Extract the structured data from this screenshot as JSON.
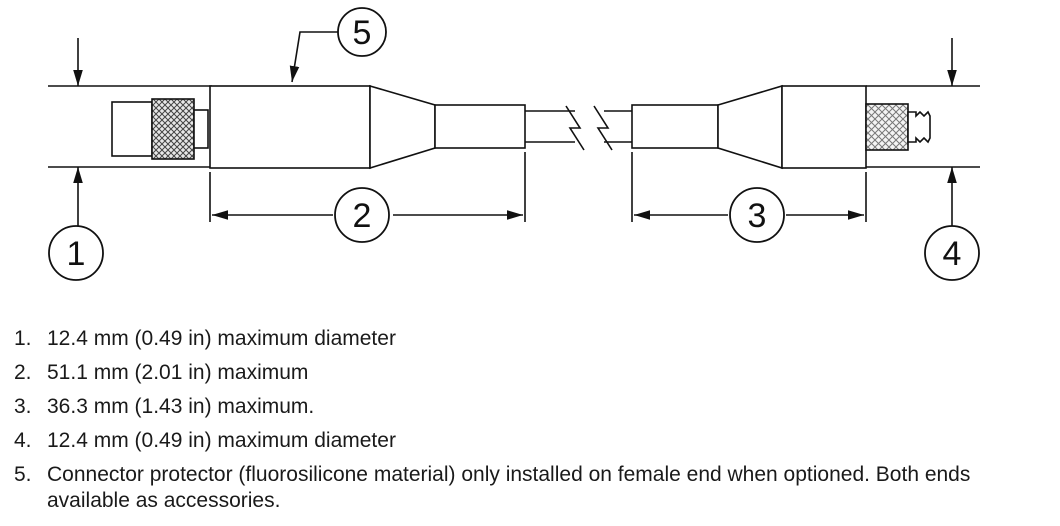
{
  "callouts": [
    "5",
    "2",
    "3",
    "1",
    "4"
  ],
  "legend": [
    {
      "num": "1.",
      "text": "12.4 mm (0.49 in) maximum diameter"
    },
    {
      "num": "2.",
      "text": "51.1 mm (2.01 in) maximum"
    },
    {
      "num": "3.",
      "text": "36.3 mm (1.43 in) maximum."
    },
    {
      "num": "4.",
      "text": "12.4 mm (0.49 in) maximum diameter"
    },
    {
      "num": "5.",
      "text": "Connector protector (fluorosilicone material) only installed on female end when optioned. Both ends available as accessories."
    }
  ]
}
